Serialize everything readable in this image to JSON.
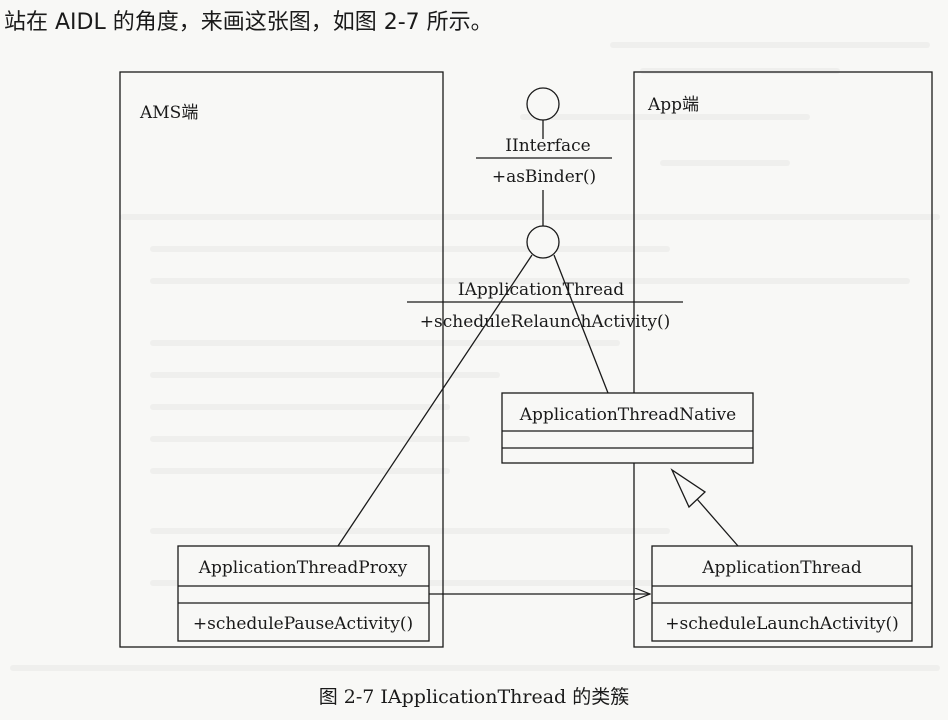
{
  "page": {
    "top_text": "站在 AIDL 的角度，来画这张图，如图 2-7 所示。",
    "caption": "图 2-7    IApplicationThread 的类簇"
  },
  "diagram": {
    "ams_label": "AMS端",
    "app_label": "App端",
    "iinterface": {
      "name": "IInterface",
      "method": "+asBinder()"
    },
    "iapplicationthread": {
      "name": "IApplicationThread",
      "method": "+scheduleRelaunchActivity()"
    },
    "native_class": {
      "name": "ApplicationThreadNative"
    },
    "proxy_class": {
      "name": "ApplicationThreadProxy",
      "method": "+schedulePauseActivity()"
    },
    "thread_class": {
      "name": "ApplicationThread",
      "method": "+scheduleLaunchActivity()"
    }
  }
}
